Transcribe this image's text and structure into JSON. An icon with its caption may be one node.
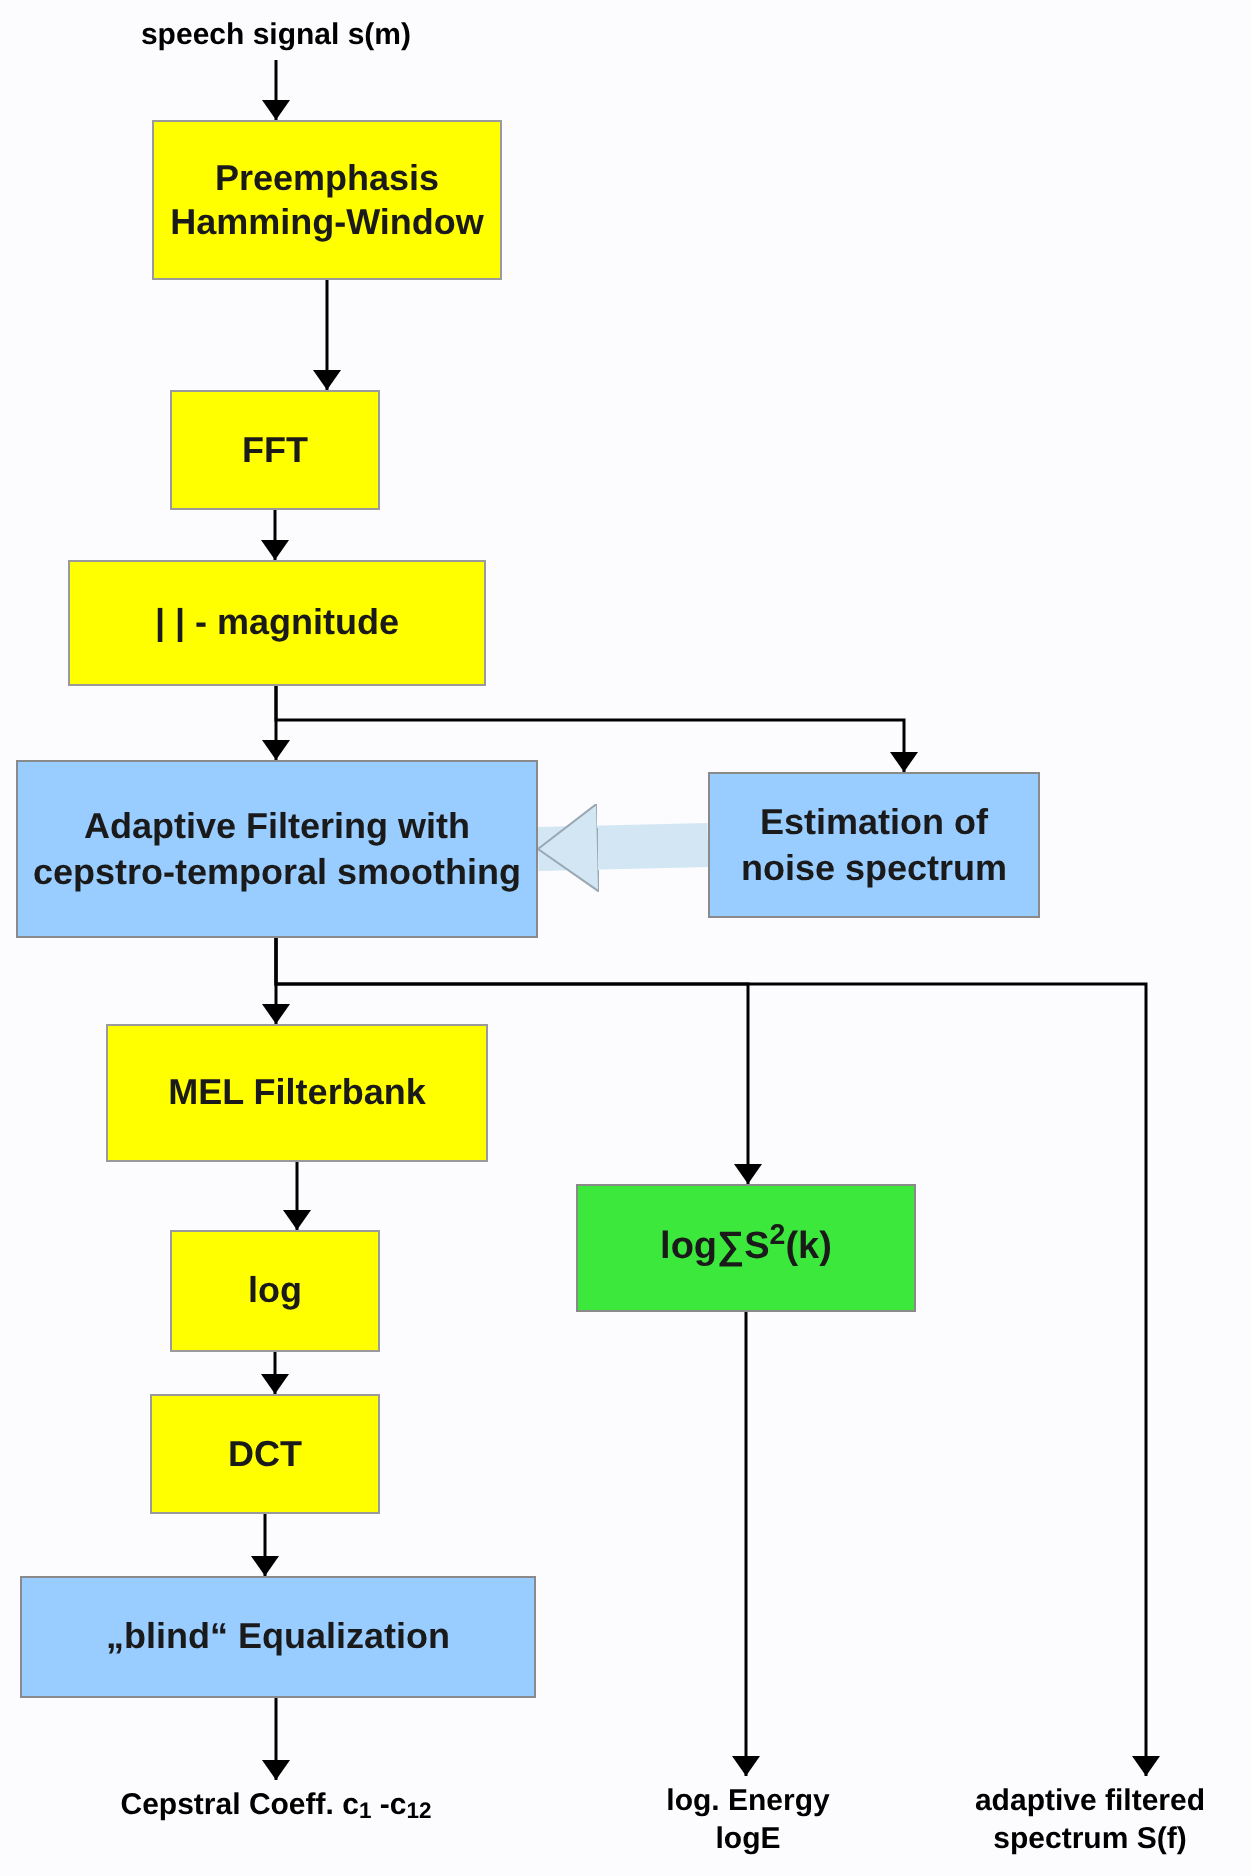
{
  "diagram": {
    "nodes": [
      {
        "text": [
          "speech signal s(m)"
        ]
      },
      {
        "text": [
          "Preemphasis Hamming-Window"
        ]
      },
      {
        "text": [
          "FFT"
        ]
      },
      {
        "text": [
          "| | - magnitude"
        ]
      },
      {
        "text": [
          "Adaptive Filtering with cepstro-temporal smoothing"
        ]
      },
      {
        "text": [
          "Estimation of noise spectrum"
        ]
      },
      {
        "text": [
          "MEL Filterbank"
        ]
      },
      {
        "text": [
          "log∑S$^{2}$(k)"
        ]
      },
      {
        "text": [
          "log"
        ]
      },
      {
        "text": [
          "DCT"
        ]
      },
      {
        "text": [
          "„blind“ Equalization"
        ]
      },
      {
        "text": [
          "Cepstral Coeff. c$_{1}$ -c$_{12}$"
        ]
      },
      {
        "text": [
          "log. Energy logE"
        ]
      },
      {
        "text": [
          "adaptive filtered spectrum S(f)"
        ]
      }
    ],
    "edges": [
      {
        "from": 0,
        "to": 1,
        "arrow": "to"
      },
      {
        "from": 1,
        "to": 2,
        "arrow": "to"
      },
      {
        "from": 2,
        "to": 3,
        "arrow": "to"
      },
      {
        "from": 3,
        "to": 4,
        "arrow": "to"
      },
      {
        "from": 3,
        "to": 5,
        "arrow": "to"
      },
      {
        "from": 5,
        "to": 4,
        "arrow": "to",
        "style": "thick",
        "color": "#d2e6f4"
      },
      {
        "from": 4,
        "to": 6,
        "arrow": "to"
      },
      {
        "from": 4,
        "to": 7,
        "arrow": "to"
      },
      {
        "from": 4,
        "to": 13,
        "arrow": "to"
      },
      {
        "from": 6,
        "to": 8,
        "arrow": "to"
      },
      {
        "from": 8,
        "to": 9,
        "arrow": "to"
      },
      {
        "from": 9,
        "to": 10,
        "arrow": "to"
      },
      {
        "from": 10,
        "to": 11,
        "arrow": "to"
      },
      {
        "from": 7,
        "to": 12,
        "arrow": "to"
      }
    ]
  }
}
